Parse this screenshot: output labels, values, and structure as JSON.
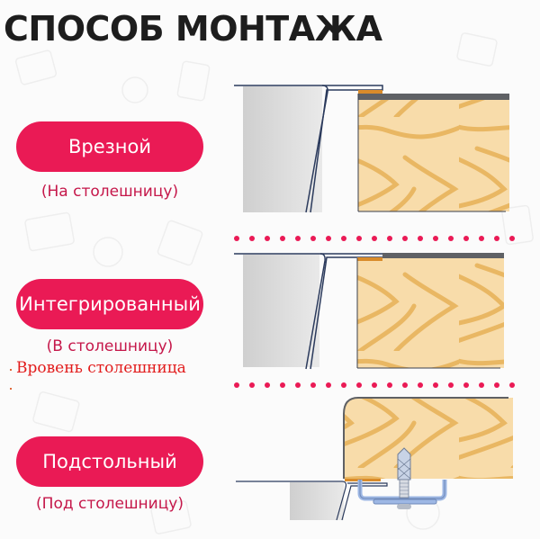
{
  "title": "СПОСОБ МОНТАЖА",
  "methods": [
    {
      "label": "Врезной",
      "sublabel": "(На столешницу)"
    },
    {
      "label": "Интегрированный",
      "sublabel": "(В столешницу)"
    },
    {
      "label": "Подстольный",
      "sublabel": "(Под столешницу)"
    }
  ],
  "annotation": "Вровень столешница",
  "colors": {
    "accent": "#ea1a55",
    "sublabel": "#c5174a",
    "annotation": "#e21b1b",
    "wood": "#f8dcaa",
    "wood_grain": "#e9b763",
    "steel": "#c9c9c9",
    "countertop_edge": "#5f6165",
    "clamp": "#9db7e4"
  },
  "diagrams": [
    {
      "id": "overmount",
      "type": "sink-on-countertop"
    },
    {
      "id": "flush",
      "type": "sink-flush-in-countertop"
    },
    {
      "id": "undermount",
      "type": "sink-under-countertop-with-clamp"
    }
  ]
}
